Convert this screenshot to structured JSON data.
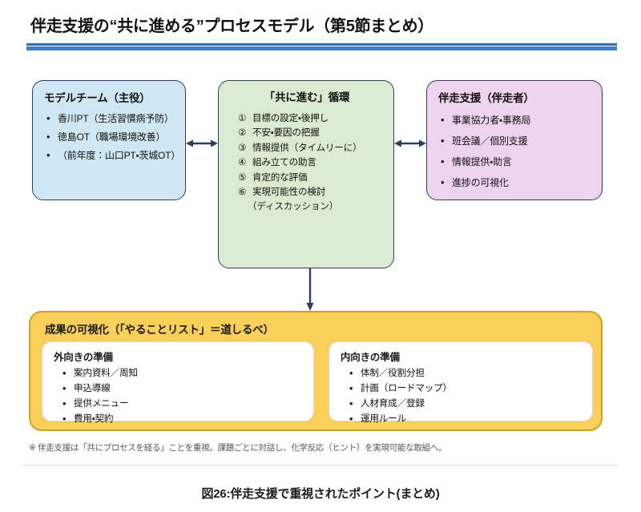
{
  "figure": {
    "title": "伴走支援の“共に進める”プロセスモデル（第5節まとめ）",
    "caption": "図26:伴走支援で重視されたポイント(まとめ)",
    "footnote": "※ 伴走支援は「共にプロセスを経る」ことを重視。課題ごとに対話し、化学反応（ヒント）を実現可能な取組へ。"
  },
  "colors": {
    "rule_dark": "#2e6fad",
    "rule_light": "#3d83c4",
    "box_border": "#2c3e60",
    "model_fill": "#cfe6f4",
    "cycle_fill": "#dbead0",
    "support_fill": "#eed2ee",
    "outcome_fill": "#f7cf59",
    "outcome_border": "#c9a227",
    "arrow": "#2c3e60"
  },
  "boxes": {
    "model_team": {
      "title": "モデルチーム（主役）",
      "items": [
        "香川PT（生活習慣病予防）",
        "徳島OT（職場環境改善）",
        "（前年度：山口PT・茨城OT）"
      ]
    },
    "cycle": {
      "title": "「共に進む」循環",
      "items": [
        {
          "num": "①",
          "text": "目標の設定・後押し"
        },
        {
          "num": "②",
          "text": "不安・要因の把握"
        },
        {
          "num": "③",
          "text": "情報提供（タイムリーに）"
        },
        {
          "num": "④",
          "text": "組み立ての助言"
        },
        {
          "num": "⑤",
          "text": "肯定的な評価"
        },
        {
          "num": "⑥",
          "text": "実現可能性の検討"
        }
      ],
      "sub_line": "（ディスカッション）"
    },
    "support": {
      "title": "伴走支援（伴走者）",
      "items": [
        "事業協力者・事務局",
        "班会議／個別支援",
        "情報提供・助言",
        "進捗の可視化"
      ]
    },
    "outcome": {
      "title": "成果の可視化（「やることリスト」＝道しるべ）",
      "cards": [
        {
          "title": "外向きの準備",
          "items": [
            "案内資料／周知",
            "申込導線",
            "提供メニュー",
            "費用・契約"
          ]
        },
        {
          "title": "内向きの準備",
          "items": [
            "体制／役割分担",
            "計画（ロードマップ）",
            "人材育成／登録",
            "運用ルール"
          ]
        }
      ]
    }
  }
}
